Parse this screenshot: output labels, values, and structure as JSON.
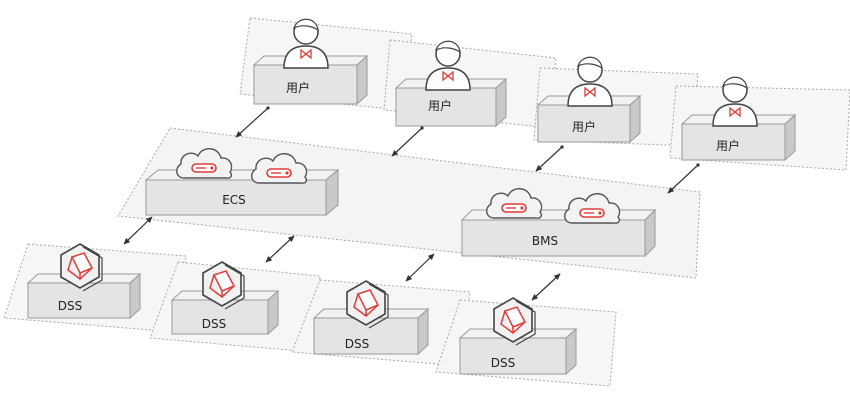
{
  "diagram": {
    "nodes": {
      "user_1": {
        "label": "用户",
        "icon": "user-icon"
      },
      "user_2": {
        "label": "用户",
        "icon": "user-icon"
      },
      "user_3": {
        "label": "用户",
        "icon": "user-icon"
      },
      "user_4": {
        "label": "用户",
        "icon": "user-icon"
      },
      "ecs": {
        "label": "ECS",
        "icon": "cloud-server-icon"
      },
      "bms": {
        "label": "BMS",
        "icon": "cloud-server-icon"
      },
      "dss_1": {
        "label": "DSS",
        "icon": "storage-cube-icon"
      },
      "dss_2": {
        "label": "DSS",
        "icon": "storage-cube-icon"
      },
      "dss_3": {
        "label": "DSS",
        "icon": "storage-cube-icon"
      },
      "dss_4": {
        "label": "DSS",
        "icon": "storage-cube-icon"
      }
    },
    "edges": [
      {
        "from": "user_1",
        "to": "ecs",
        "style": "arrow"
      },
      {
        "from": "user_2",
        "to": "ecs",
        "style": "arrow"
      },
      {
        "from": "user_3",
        "to": "bms",
        "style": "arrow"
      },
      {
        "from": "user_4",
        "to": "bms",
        "style": "arrow"
      },
      {
        "from": "ecs",
        "to": "dss_1",
        "style": "double-arrow"
      },
      {
        "from": "ecs",
        "to": "dss_2",
        "style": "double-arrow"
      },
      {
        "from": "bms",
        "to": "dss_3",
        "style": "double-arrow"
      },
      {
        "from": "bms",
        "to": "dss_4",
        "style": "double-arrow"
      }
    ],
    "colors": {
      "accent": "#e23b3b",
      "box_top": "#ededed",
      "box_front": "#e4e4e4",
      "box_side": "#c9c9c9",
      "zone_fill": "#f6f6f6",
      "zone_border": "#a8a8a8"
    }
  }
}
